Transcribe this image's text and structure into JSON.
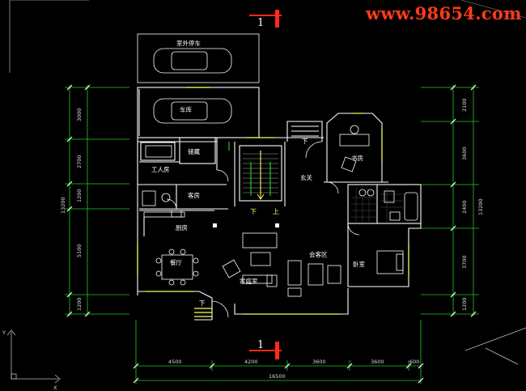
{
  "watermark": "www.98654.com",
  "section_marks": {
    "top": "1",
    "bottom": "1"
  },
  "rooms": {
    "outdoor_parking": "室外停车",
    "garage": "车库",
    "storage": "储藏",
    "worker_room": "工人房",
    "guest_room": "客房",
    "kitchen": "厨房",
    "dining": "餐厅",
    "family_hall": "家庭室",
    "lounge": "会客区",
    "foyer": "玄关",
    "study": "书房",
    "bedroom": "卧室"
  },
  "stairs": {
    "down": "下",
    "up": "上"
  },
  "entrance_down": "下",
  "dims_left": [
    "3000",
    "2700",
    "1200",
    "5100",
    "1200"
  ],
  "dims_left_total": "13200",
  "dims_right": [
    "2100",
    "3600",
    "2400",
    "3700",
    "1200"
  ],
  "dims_right_total": "13200",
  "dims_bottom": [
    "4500",
    "4200",
    "3600",
    "3600",
    "600"
  ],
  "dims_bottom_total": "16500",
  "ucs": {
    "x": "X",
    "y": "Y"
  },
  "colors": {
    "wall": "#ffffff",
    "dimension": "#22cc22",
    "accent": "#ff2a1a",
    "highlight": "#ffff55",
    "watermark": "#ff3b1a"
  }
}
